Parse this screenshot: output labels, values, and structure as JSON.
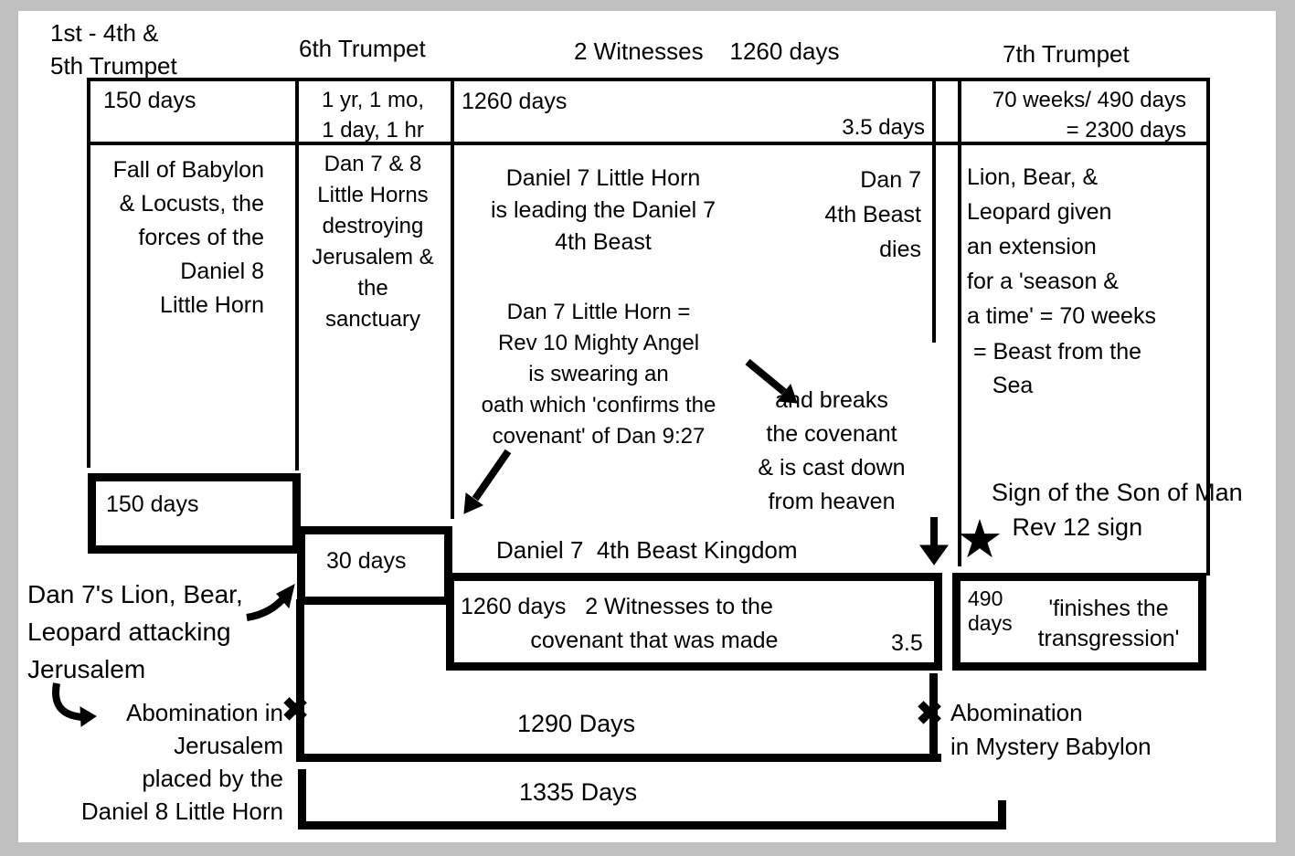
{
  "colors": {
    "ink": "#000000",
    "frame": "#c0c0c0",
    "paper": "#ffffff"
  },
  "top_labels": {
    "trumpets_1_5": "1st - 4th &\n5th Trumpet",
    "trumpet_6": "6th Trumpet",
    "witnesses": "2 Witnesses    1260 days",
    "trumpet_7": "7th Trumpet"
  },
  "table": {
    "durations": {
      "col1": "150 days",
      "col2": "1 yr, 1 mo,\n1 day, 1 hr",
      "col3": "1260 days",
      "col3_right": "3.5 days",
      "col5": "70 weeks/ 490 days\n= 2300 days"
    },
    "events": {
      "col1": "Fall of Babylon\n& Locusts, the\nforces of the\nDaniel 8\nLittle Horn",
      "col2": "Dan 7 & 8\nLittle Horns\ndestroying\nJerusalem &\nthe\nsanctuary",
      "col3_center": "Daniel 7 Little Horn\nis leading the Daniel 7\n4th Beast",
      "col3_right": "Dan 7\n4th Beast\ndies",
      "oath_note": "Dan 7 Little Horn =\nRev 10 Mighty Angel\nis swearing an\noath which 'confirms the\ncovenant' of Dan 9:27",
      "breaks_note": "and breaks\nthe covenant\n& is cast down\nfrom heaven",
      "col5": "Lion, Bear, &\nLeopard given\nan extension\nfor a 'season &\na time' = 70 weeks",
      "col5_beast": " = Beast from the\n    Sea"
    }
  },
  "timeline": {
    "box_150": "150 days",
    "box_30": "30 days",
    "kingdom_label": "Daniel 7  4th Beast Kingdom",
    "box_1260": "1260 days   2 Witnesses to the\n           covenant that was made",
    "box_1260_right": "3.5",
    "box_490_duration": "490\ndays",
    "box_490_text": "'finishes the\ntransgression'",
    "sign_note": "Sign of the Son of Man\n   Rev 12 sign",
    "days_1290": "1290 Days",
    "days_1335": "1335 Days"
  },
  "annotations": {
    "lion_attack": "Dan 7's Lion, Bear,\nLeopard attacking\nJerusalem",
    "abomination_jerusalem": "Abomination in\nJerusalem\nplaced by the\nDaniel 8 Little Horn",
    "abomination_babylon": "Abomination\nin Mystery Babylon"
  },
  "icons": {
    "star": "★",
    "x_mark": "✖"
  }
}
